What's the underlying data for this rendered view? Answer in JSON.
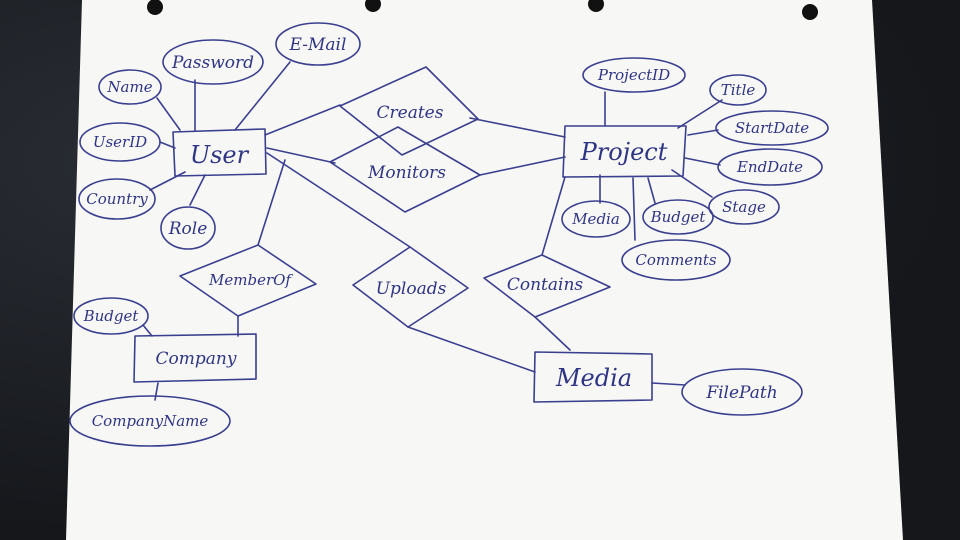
{
  "diagram": {
    "entities": {
      "user": "User",
      "project": "Project",
      "company": "Company",
      "media": "Media"
    },
    "relationships": {
      "creates": "Creates",
      "monitors": "Monitors",
      "member_of": "MemberOf",
      "uploads": "Uploads",
      "contains": "Contains"
    },
    "attributes": {
      "user_name": "Name",
      "user_password": "Password",
      "user_email": "E-Mail",
      "user_userid": "UserID",
      "user_country": "Country",
      "user_role": "Role",
      "project_projectid": "ProjectID",
      "project_title": "Title",
      "project_startdate": "StartDate",
      "project_enddate": "EndDate",
      "project_stage": "Stage",
      "project_budget": "Budget",
      "project_media": "Media",
      "project_comments": "Comments",
      "company_budget": "Budget",
      "company_companyname": "CompanyName",
      "media_filepath": "FilePath"
    }
  },
  "colors": {
    "ink": "#3a3f8f",
    "paper": "#f7f7f5",
    "background": "#1c1f24"
  }
}
